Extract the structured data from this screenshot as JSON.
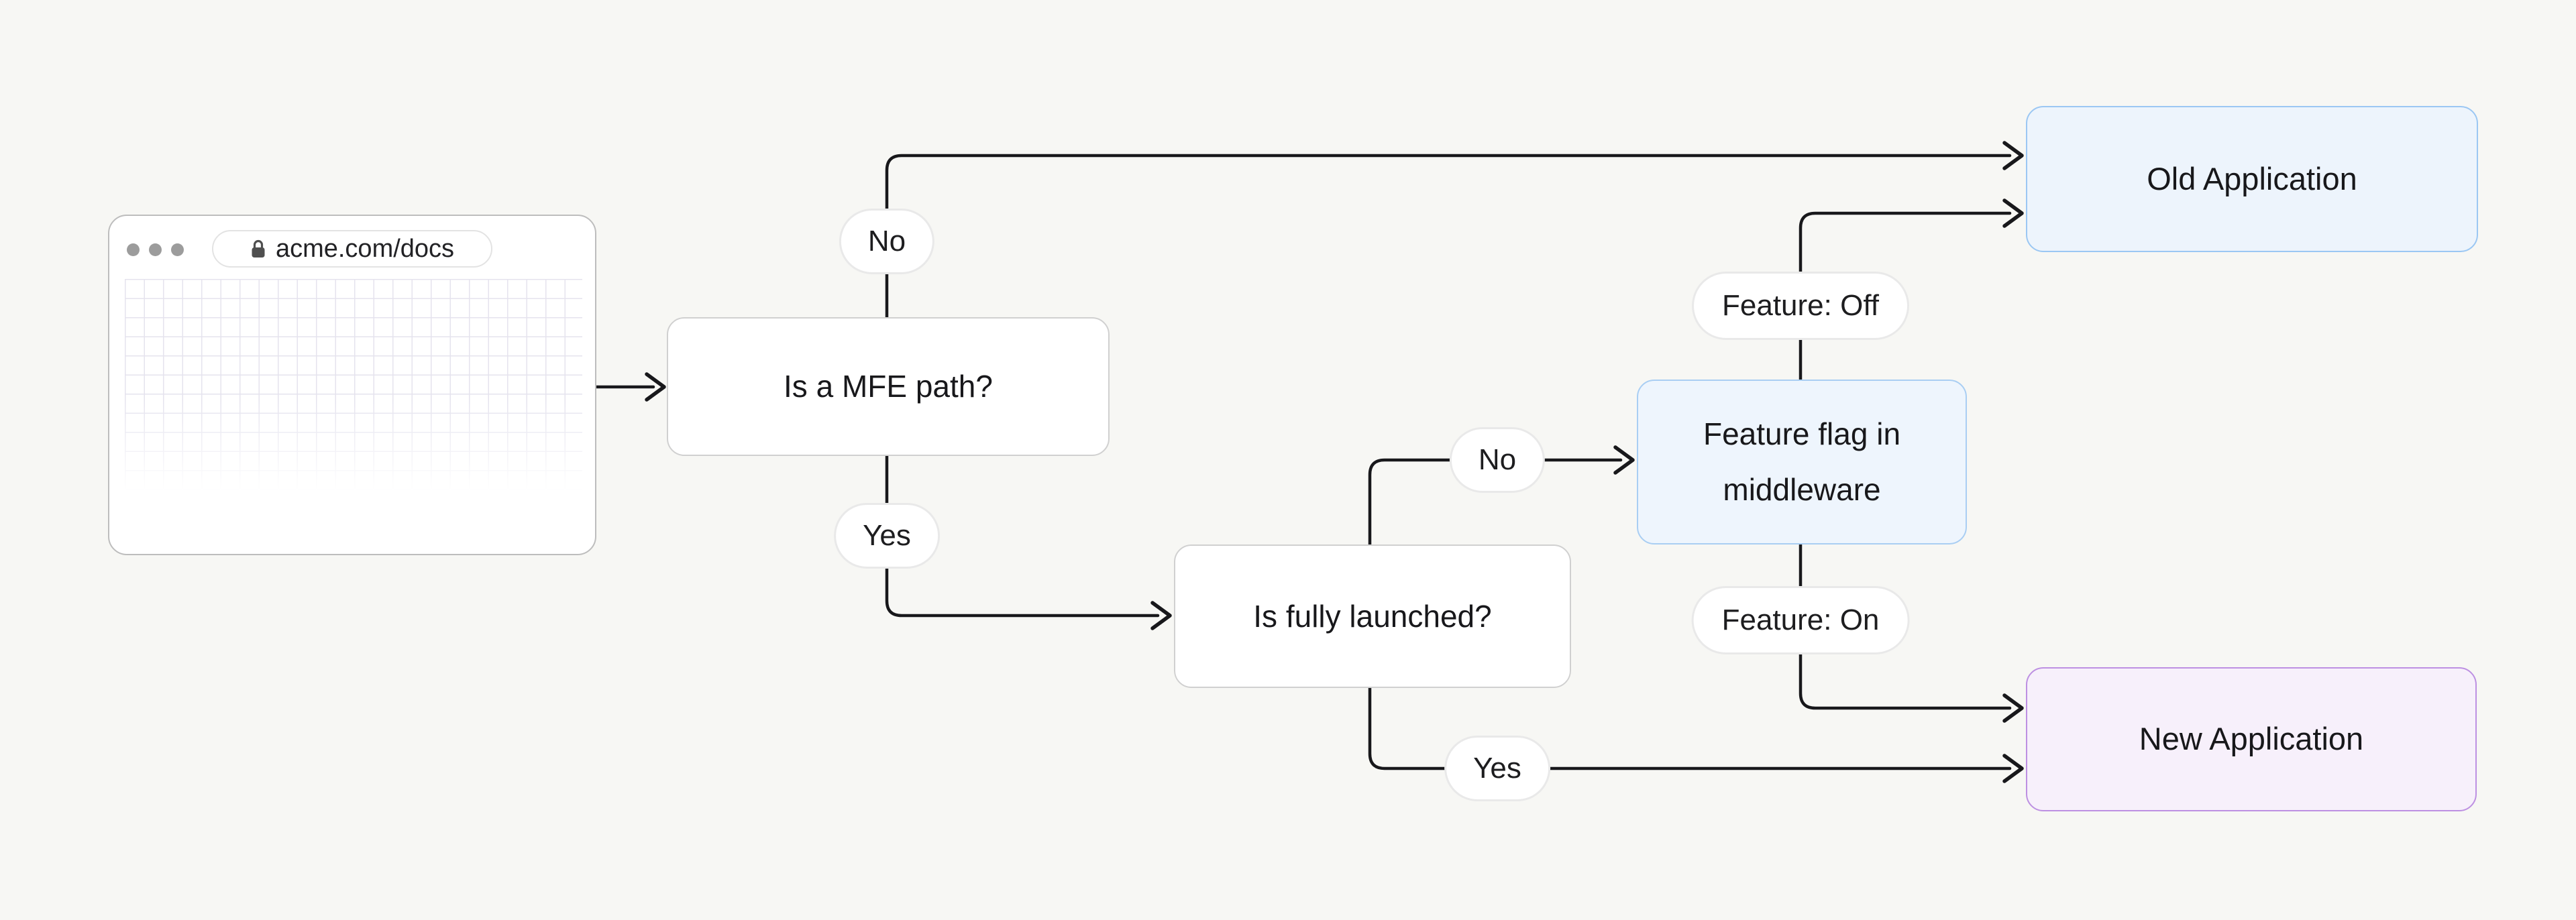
{
  "canvas": {
    "background_color": "#f7f7f4",
    "line_color": "#18181b"
  },
  "browser": {
    "url": "acme.com/docs",
    "lock_icon": "padlock",
    "traffic_light_color": "#9c9c9c"
  },
  "nodes": {
    "mfe_question": {
      "label": "Is a MFE path?",
      "fill": "#ffffff",
      "border": "#d0d0d0"
    },
    "fully_launched_question": {
      "label": "Is fully launched?",
      "fill": "#ffffff",
      "border": "#d0d0d0"
    },
    "feature_flag": {
      "label": "Feature flag in middleware",
      "fill": "#eef5fd",
      "border": "#a9cef3"
    },
    "old_application": {
      "label": "Old Application",
      "fill": "#edf4fc",
      "border": "#9bc7f3"
    },
    "new_application": {
      "label": "New Application",
      "fill": "#f7f0fb",
      "border": "#bd90e2"
    }
  },
  "edge_labels": {
    "mfe_no": "No",
    "mfe_yes": "Yes",
    "launched_no": "No",
    "launched_yes": "Yes",
    "feature_off": "Feature: Off",
    "feature_on": "Feature: On"
  }
}
